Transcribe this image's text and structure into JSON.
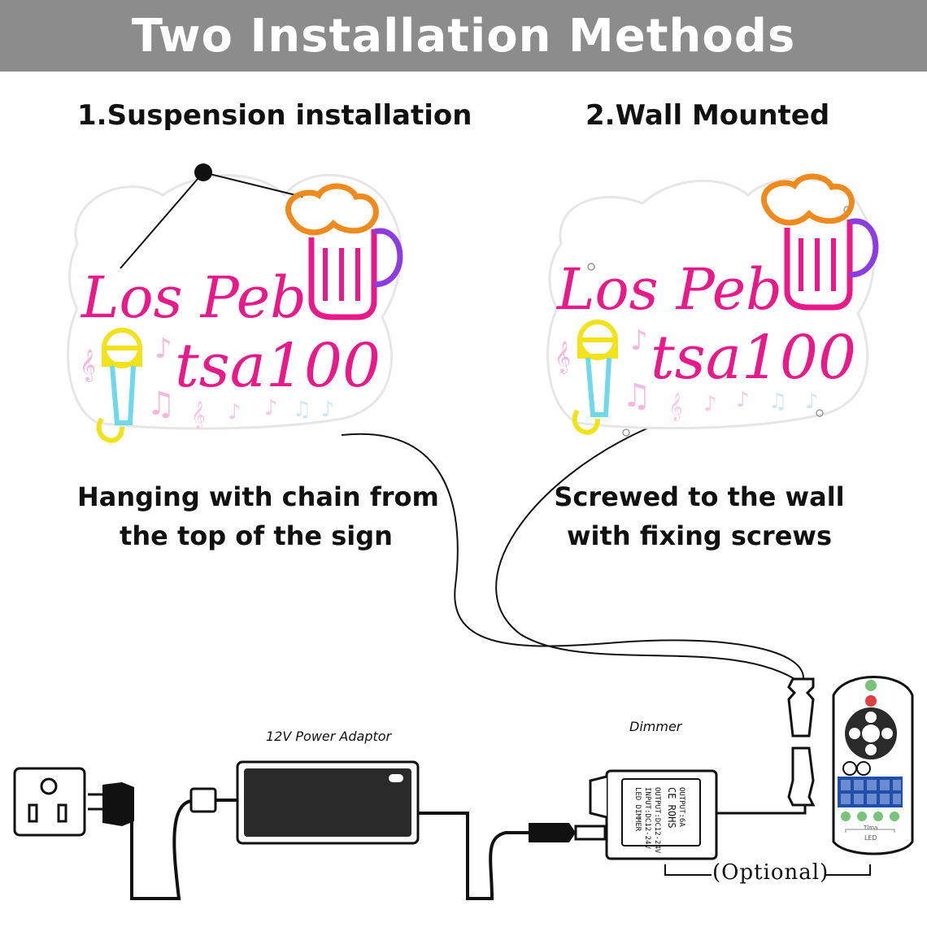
{
  "title": "Two Installation Methods",
  "methods": [
    {
      "heading": "1.Suspension installation",
      "caption_line1": "Hanging with chain from",
      "caption_line2": "the top of the sign"
    },
    {
      "heading": "2.Wall Mounted",
      "caption_line1": "Screwed to the wall",
      "caption_line2": "with fixing screws"
    }
  ],
  "sign": {
    "line1": "Los Peb",
    "line2": "tsa100"
  },
  "components": {
    "power_adaptor_label": "12V Power Adaptor",
    "dimmer_label": "Dimmer",
    "optional_label": "(Optional)",
    "dimmer_text": [
      "LED DIMMER",
      "INPUT:DC12-24V",
      "OUTPUT:DC12-24V",
      "CE ROHS",
      "OUTPUT:6A"
    ],
    "remote_text": "LED",
    "remote_brand": "Tlma"
  },
  "colors": {
    "banner": "#8c8c8c",
    "neon_pink": "#e8198a",
    "neon_orange": "#f08a1c",
    "neon_purple": "#8c3ce0",
    "neon_yellow": "#f2e21a",
    "neon_cyan": "#6fd8ea",
    "remote_blue": "#1f4fa8"
  }
}
